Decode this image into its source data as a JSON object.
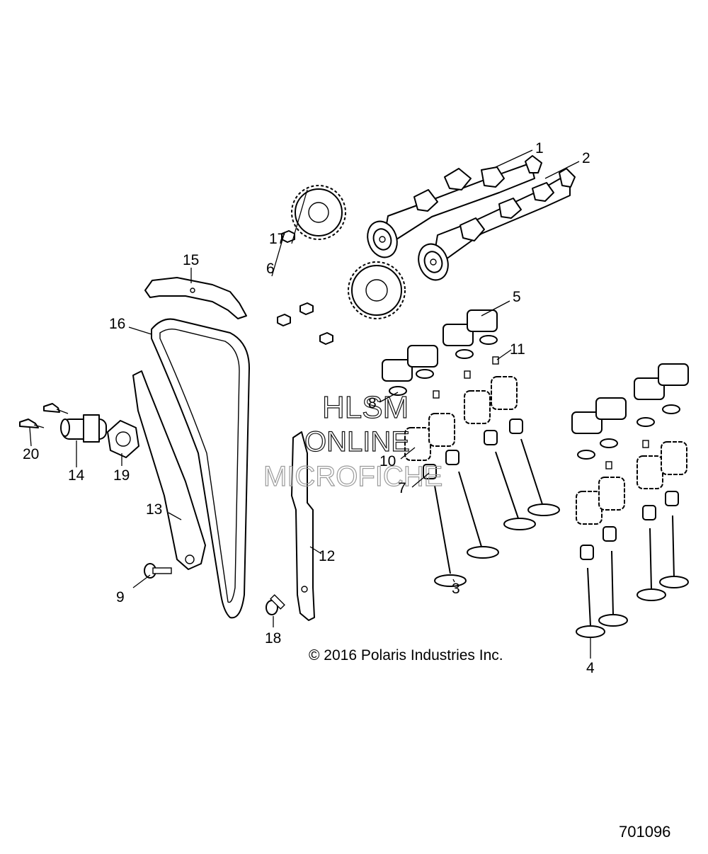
{
  "callouts": [
    {
      "label": "1",
      "part": "intake-camshaft"
    },
    {
      "label": "2",
      "part": "exhaust-camshaft"
    },
    {
      "label": "3",
      "part": "valve"
    },
    {
      "label": "4",
      "part": "valve"
    },
    {
      "label": "5",
      "part": "valve-bucket"
    },
    {
      "label": "6",
      "part": "sprocket-bolt"
    },
    {
      "label": "7",
      "part": "valve-stem-seal"
    },
    {
      "label": "8",
      "part": "valve-spring-retainer"
    },
    {
      "label": "9",
      "part": "guide-bolt"
    },
    {
      "label": "10",
      "part": "valve-spring"
    },
    {
      "label": "11",
      "part": "valve-keeper"
    },
    {
      "label": "12",
      "part": "fixed-chain-guide"
    },
    {
      "label": "13",
      "part": "tensioner-blade"
    },
    {
      "label": "14",
      "part": "chain-tensioner"
    },
    {
      "label": "15",
      "part": "upper-chain-guide"
    },
    {
      "label": "16",
      "part": "timing-chain"
    },
    {
      "label": "17",
      "part": "cam-sprocket"
    },
    {
      "label": "18",
      "part": "guide-bolt"
    },
    {
      "label": "19",
      "part": "tensioner-gasket"
    },
    {
      "label": "20",
      "part": "tensioner-bolt"
    }
  ],
  "watermark": {
    "line1": "HLSM",
    "line2": "ONLINE",
    "line3": "MICROFICHE"
  },
  "copyright": "© 2016 Polaris Industries Inc.",
  "drawing_number": "701096"
}
